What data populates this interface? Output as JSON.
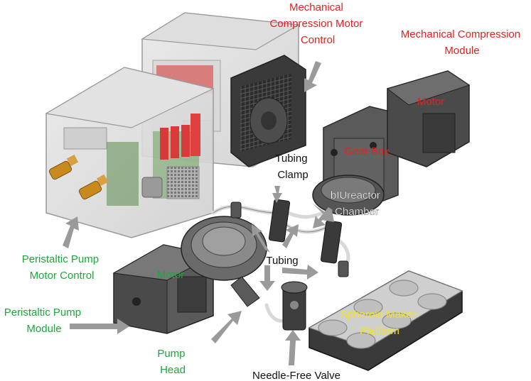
{
  "labels": {
    "mech_motor_control": [
      "Mechanical",
      "Compression Motor",
      "Control"
    ],
    "mech_module": [
      "Mechanical Compression",
      "Module"
    ],
    "motor_top": "Motor",
    "gear_box": "Gear Box",
    "tubing_clamp": [
      "Tubing",
      "Clamp"
    ],
    "bioreactor": [
      "bIUreactor",
      "Chamber"
    ],
    "tubing": "Tubing",
    "peri_motor_control": [
      "Peristaltic Pump",
      "Motor Control"
    ],
    "motor_bottom": "Motor",
    "peri_module": [
      "Peristaltic Pump",
      "Module"
    ],
    "pump_head": [
      "Pump",
      "Head"
    ],
    "needle_valve": "Needle-Free Valve",
    "spheroid": [
      "Spheroid Maker",
      "Platform"
    ]
  },
  "colors": {
    "red": "#e32222",
    "green": "#1aa83a",
    "yellow": "#f2e61b",
    "arrow": "#9a9a9a",
    "body_dark": "#4a4a4a",
    "body_mid": "#6b6b6b"
  }
}
